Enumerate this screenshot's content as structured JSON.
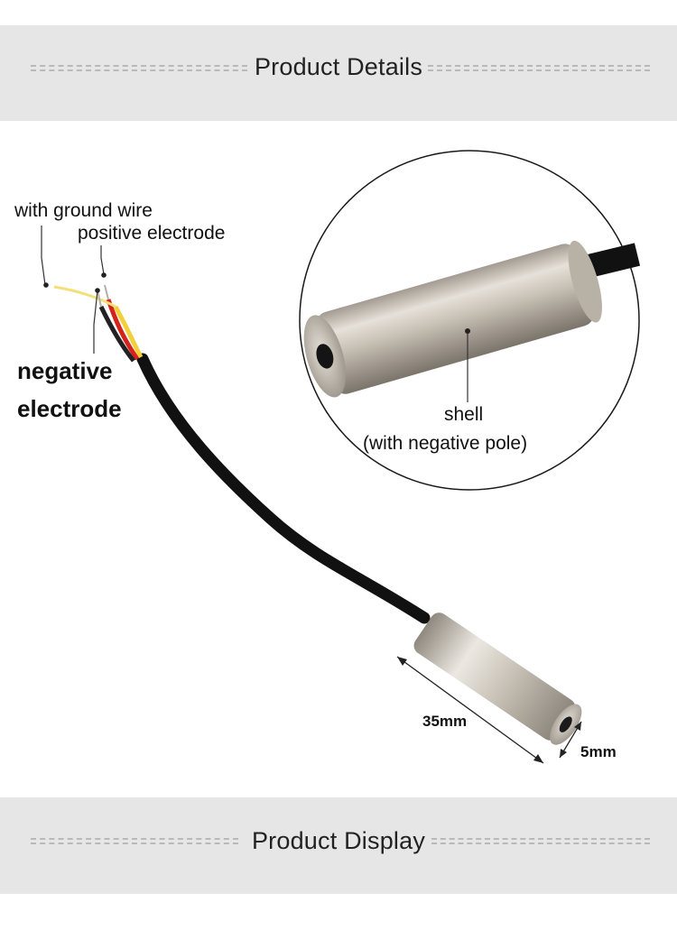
{
  "header": {
    "title": "Product Details"
  },
  "footer": {
    "title": "Product Display"
  },
  "annotations": {
    "ground_wire": "with ground wire",
    "positive": "positive electrode",
    "negative_line1": "negative",
    "negative_line2": "electrode",
    "shell": "shell",
    "shell_note": "(with negative pole)",
    "length": "35mm",
    "diameter": "5mm"
  },
  "colors": {
    "band": "#e7e6e6",
    "cable": "#111111",
    "wire_red": "#d4231d",
    "wire_yellow": "#f2cf3b",
    "metal": "#c9c3b9"
  }
}
